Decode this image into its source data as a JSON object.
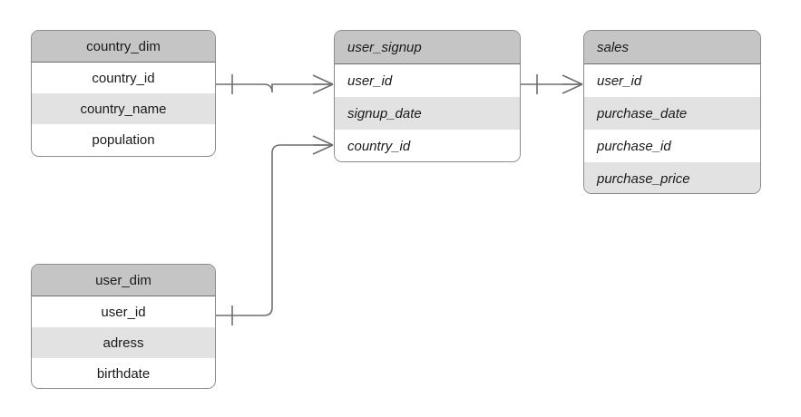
{
  "diagram": {
    "type": "entity-relationship-diagram",
    "notation": "crow's foot",
    "background_color": "#ffffff",
    "line_color": "#6e6e6e",
    "header_color": "#c5c5c5",
    "stripe_color": "#e2e2e2",
    "border_color": "#8c8c8c"
  },
  "entities": [
    {
      "id": "country_dim",
      "name": "country_dim",
      "text_align": "center",
      "italic": false,
      "fields": [
        {
          "name": "country_id",
          "shaded": false
        },
        {
          "name": "country_name",
          "shaded": true
        },
        {
          "name": "population",
          "shaded": false
        }
      ]
    },
    {
      "id": "user_signup",
      "name": "user_signup",
      "text_align": "left",
      "italic": true,
      "fields": [
        {
          "name": "user_id",
          "shaded": false
        },
        {
          "name": "signup_date",
          "shaded": true
        },
        {
          "name": "country_id",
          "shaded": false
        }
      ]
    },
    {
      "id": "sales",
      "name": "sales",
      "text_align": "left",
      "italic": true,
      "fields": [
        {
          "name": "user_id",
          "shaded": false
        },
        {
          "name": "purchase_date",
          "shaded": true
        },
        {
          "name": "purchase_id",
          "shaded": false
        },
        {
          "name": "purchase_price",
          "shaded": true
        }
      ]
    },
    {
      "id": "user_dim",
      "name": "user_dim",
      "text_align": "center",
      "italic": false,
      "fields": [
        {
          "name": "user_id",
          "shaded": false
        },
        {
          "name": "adress",
          "shaded": true
        },
        {
          "name": "birthdate",
          "shaded": false
        }
      ]
    }
  ],
  "relationships": [
    {
      "id": "country_dim-to-user_signup",
      "from_entity": "country_dim",
      "from_field": "country_id",
      "from_cardinality": "one",
      "to_entity": "user_signup",
      "to_field": "user_id",
      "to_cardinality": "many"
    },
    {
      "id": "user_signup-to-sales",
      "from_entity": "user_signup",
      "from_field": "user_id",
      "from_cardinality": "one",
      "to_entity": "sales",
      "to_field": "user_id",
      "to_cardinality": "many"
    },
    {
      "id": "user_dim-to-user_signup",
      "from_entity": "user_dim",
      "from_field": "user_id",
      "from_cardinality": "one",
      "to_entity": "user_signup",
      "to_field": "country_id",
      "to_cardinality": "many"
    }
  ]
}
